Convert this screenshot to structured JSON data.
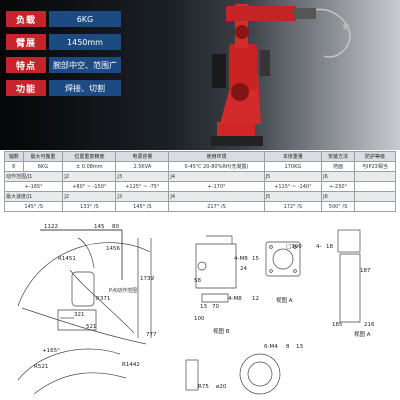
{
  "specs": [
    {
      "key": "负载",
      "value": "6KG"
    },
    {
      "key": "臂展",
      "value": "1450mm"
    },
    {
      "key": "特点",
      "value": "腕部中空、范围广"
    },
    {
      "key": "功能",
      "value": "焊接、切割"
    }
  ],
  "table": {
    "header": [
      "轴数",
      "最大可搬重",
      "位置重复精度",
      "电源容量",
      "使用环境",
      "本体重量",
      "安装方法",
      "防护等级"
    ],
    "row": [
      "6",
      "6KG",
      "± 0.08mm",
      "2.5KVA",
      "0-45℃ 20-80%RH(无凝露)",
      "170KG",
      "地面",
      "与IP23相当"
    ],
    "range_title": "动作范围/J1",
    "range_cols": [
      "J2",
      "J3",
      "J4",
      "J5",
      "J6"
    ],
    "range": [
      "+-165°",
      "+80° ~ -150°",
      "+125° ~ -75°",
      "+-170°",
      "+115° ~ -140°",
      "+-230°"
    ],
    "speed_title": "最大速度/J1",
    "speed_cols": [
      "J2",
      "J3",
      "J4",
      "J5",
      "J6"
    ],
    "speed": [
      "145° /S",
      "133° /S",
      "145° /S",
      "217° /S",
      "172° /S",
      "500° /S"
    ]
  },
  "drawing": {
    "top_left": {
      "d1": "1122",
      "d2": "145",
      "d3": "80",
      "d4": "1456",
      "d5": "R1451",
      "d6": "R371",
      "d7": "521",
      "d8": "321",
      "d9": "777",
      "d10": "1739",
      "d11": "P点动作范围",
      "d12": "+165°"
    },
    "mid": {
      "m1": "4-M8",
      "m2": "15",
      "m3": "24",
      "m4": "58",
      "m5": "13",
      "m6": "70",
      "m7": "100",
      "m8": "4-M8",
      "m9": "12",
      "view_b": "视图 B"
    },
    "right": {
      "r1": "□300",
      "r2": "4-",
      "r3": "18",
      "view_a": "视图 A",
      "a2": "视图 A",
      "r4": "187",
      "r5": "185",
      "r6": "216"
    },
    "bottom": {
      "b1": "R521",
      "b2": "R1442",
      "b3": "6-M4",
      "b4": "8",
      "b5": "13",
      "b6": "R75",
      "b7": "ø20"
    }
  }
}
